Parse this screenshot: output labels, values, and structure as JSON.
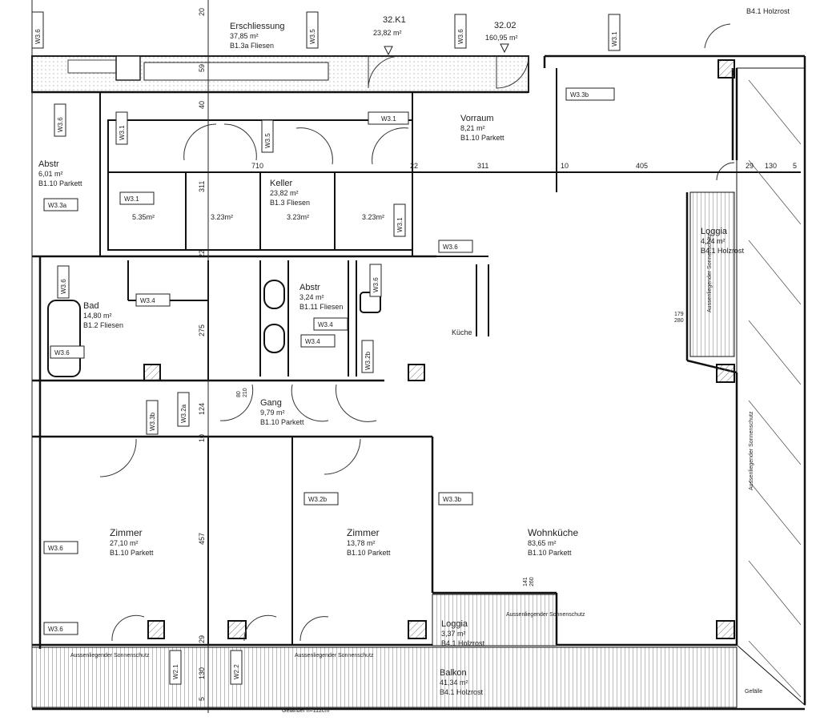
{
  "header": {
    "lvl_left": "32.K1",
    "lvl_left_area": "23,82 m²",
    "lvl_right": "32.02",
    "lvl_right_area": "160,95 m²",
    "top_right_mat": "B4.1 Holzrost"
  },
  "rooms": {
    "erschliessung": {
      "name": "Erschliessung",
      "area": "37,85 m²",
      "mat": "B1.3a Fliesen"
    },
    "vorraum": {
      "name": "Vorraum",
      "area": "8,21 m²",
      "mat": "B1.10 Parkett"
    },
    "abstr1": {
      "name": "Abstr",
      "area": "6,01 m²",
      "mat": "B1.10 Parkett"
    },
    "keller": {
      "name": "Keller",
      "area": "23,82 m²",
      "mat": "B1.3 Fliesen"
    },
    "keller_a": "5.35m²",
    "keller_b": "3.23m²",
    "keller_c": "3.23m²",
    "keller_d": "3.23m²",
    "loggia1": {
      "name": "Loggia",
      "area": "4,24 m²",
      "mat": "B4.1 Holzrost"
    },
    "bad": {
      "name": "Bad",
      "area": "14,80 m²",
      "mat": "B1.2 Fliesen"
    },
    "abstr2": {
      "name": "Abstr",
      "area": "3,24 m²",
      "mat": "B1.11 Fliesen"
    },
    "kueche": "Küche",
    "gang": {
      "name": "Gang",
      "area": "9,79 m²",
      "mat": "B1.10 Parkett"
    },
    "zimmer1": {
      "name": "Zimmer",
      "area": "27,10 m²",
      "mat": "B1.10 Parkett"
    },
    "zimmer2": {
      "name": "Zimmer",
      "area": "13,78 m²",
      "mat": "B1.10 Parkett"
    },
    "wohnkueche": {
      "name": "Wohnküche",
      "area": "83,65 m²",
      "mat": "B1.10 Parkett"
    },
    "loggia2": {
      "name": "Loggia",
      "area": "3,37 m²",
      "mat": "B4.1 Holzrost"
    },
    "balkon": {
      "name": "Balkon",
      "area": "41,34 m²",
      "mat": "B4.1 Holzrost"
    }
  },
  "tags": {
    "w36": "W3.6",
    "w35": "W3.5",
    "w31": "W3.1",
    "w33b": "W3.3b",
    "w33a": "W3.3a",
    "w34": "W3.4",
    "w32b": "W3.2b",
    "w32a": "W3.2a",
    "w33": "W3.3b",
    "w21": "W2.1",
    "w22": "W2.2"
  },
  "dims": {
    "d20": "20",
    "d59": "59",
    "d40": "40",
    "d710": "710",
    "d22": "22",
    "d311": "311",
    "d10": "10",
    "d405": "405",
    "d29": "29",
    "d130": "130",
    "d5": "5",
    "d311v": "311",
    "d22v": "22",
    "d275": "275",
    "d124": "124",
    "d10b": "10",
    "d457": "457",
    "d29b": "29",
    "d130b": "130",
    "d5b": "5",
    "door80_210": "80\n210",
    "d179_280": "179\n280",
    "d141_260": "141\n260"
  },
  "annotations": {
    "sun1": "Aussenliegender Sonnenschutz",
    "sun2": "Aussenliegender Sonnenschutz",
    "sun3": "Aussenliegender Sonnenschutz",
    "sun4": "Aussenliegender Sonnenschutz",
    "sun5": "Aussenliegender Sonnenschutz",
    "gefaelle": "Gefälle",
    "gelaender": "Geländer h=112cm"
  }
}
